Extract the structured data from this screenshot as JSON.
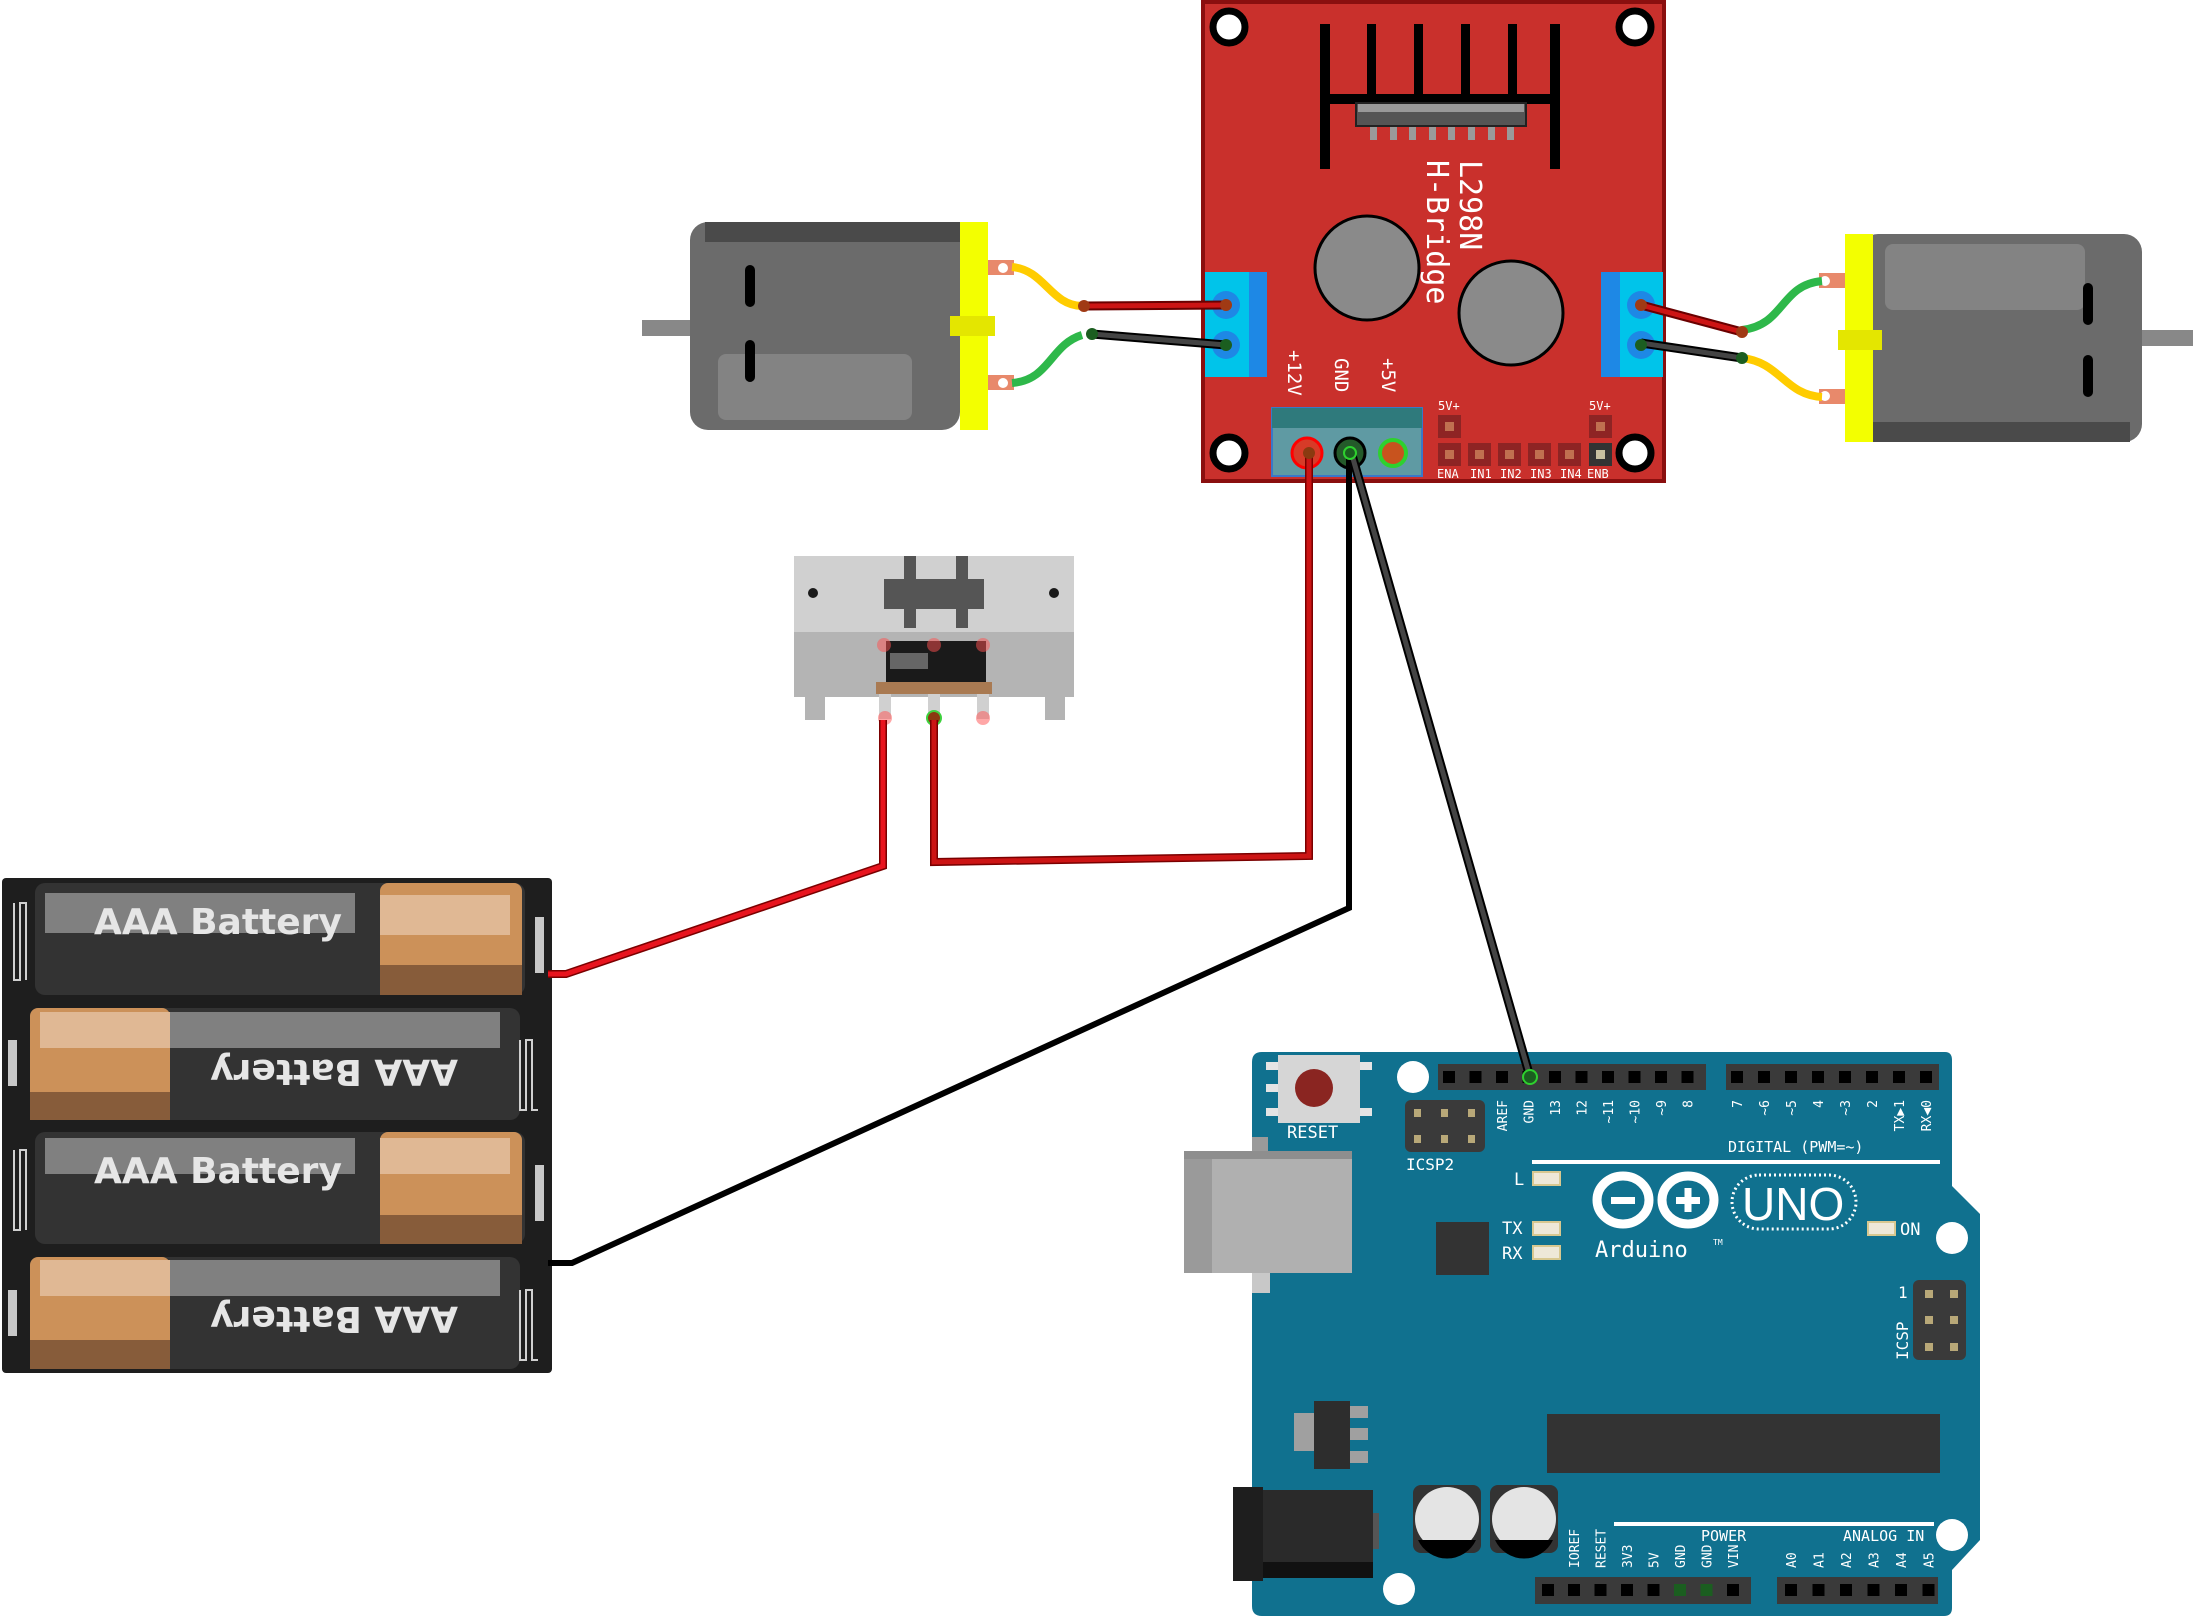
{
  "diagram": {
    "title": "Arduino UNO + L298N H-Bridge dual DC motor wiring",
    "colors": {
      "wire_red": "#d11414",
      "wire_black": "#1a1a1a",
      "hbridge_board": "#c9302c",
      "arduino_board": "#10718f",
      "terminal_blue": "#1e88e5",
      "motor_gray": "#6b6b6b",
      "motor_cap": "#f3ff00",
      "battery_copper": "#cc9159"
    }
  },
  "hbridge": {
    "chip_label": "L298N",
    "name_label": "H-Bridge",
    "power_terminals": [
      "+12V",
      "GND",
      "+5V"
    ],
    "header_top_labels": [
      "5V+",
      "5V+"
    ],
    "header_pins": [
      "ENA",
      "IN1",
      "IN2",
      "IN3",
      "IN4",
      "ENB"
    ]
  },
  "battery_pack": {
    "cells": [
      "AAA Battery",
      "AAA Battery",
      "AAA Battery",
      "AAA Battery"
    ]
  },
  "switch": {
    "name": "slide-switch"
  },
  "motors": [
    {
      "name": "motor-left"
    },
    {
      "name": "motor-right"
    }
  ],
  "arduino": {
    "reset_label": "RESET",
    "icsp2_label": "ICSP2",
    "icsp_label": "ICSP",
    "icsp_pin1": "1",
    "digital_pins": [
      "AREF",
      "GND",
      "13",
      "12",
      "~11",
      "~10",
      "~9",
      "8",
      "7",
      "~6",
      "~5",
      "4",
      "~3",
      "2",
      "TX▶1",
      "RX◀0"
    ],
    "digital_label": "DIGITAL (PWM=~)",
    "led_labels": {
      "l": "L",
      "tx": "TX",
      "rx": "RX",
      "on": "ON"
    },
    "logo_text": "UNO",
    "brand": "Arduino",
    "tm": "TM",
    "power_pins": [
      "IOREF",
      "RESET",
      "3V3",
      "5V",
      "GND",
      "GND",
      "VIN"
    ],
    "power_label": "POWER",
    "analog_pins": [
      "A0",
      "A1",
      "A2",
      "A3",
      "A4",
      "A5"
    ],
    "analog_label": "ANALOG IN"
  },
  "connections": [
    {
      "from": "battery +",
      "to": "switch pin 1",
      "color": "red"
    },
    {
      "from": "switch pin 2",
      "to": "H-Bridge +12V",
      "color": "red"
    },
    {
      "from": "battery -",
      "to": "H-Bridge GND",
      "color": "black"
    },
    {
      "from": "H-Bridge GND",
      "to": "Arduino GND",
      "color": "black"
    },
    {
      "from": "H-Bridge OUT1/OUT2",
      "to": "motor-left",
      "color": "red/black"
    },
    {
      "from": "H-Bridge OUT3/OUT4",
      "to": "motor-right",
      "color": "red/black"
    }
  ]
}
